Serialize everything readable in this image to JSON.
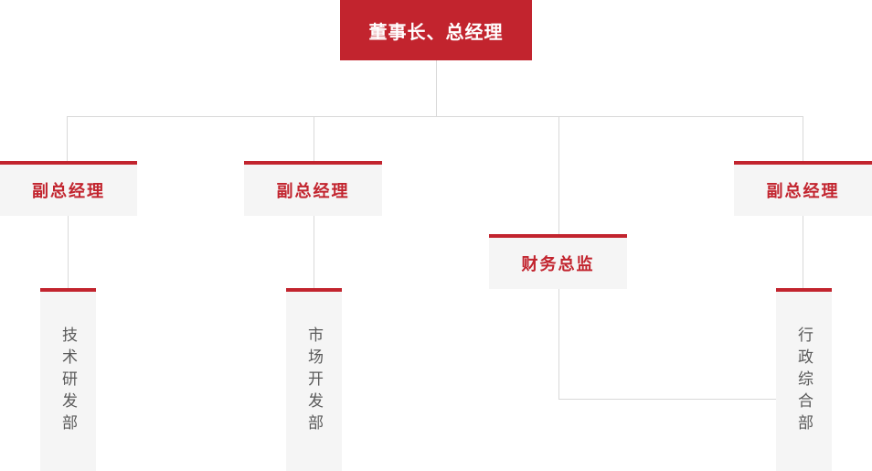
{
  "org_chart": {
    "type": "org-tree",
    "root": {
      "id": "chairman-gm",
      "label": "董事长、总经理"
    },
    "managers": [
      {
        "id": "deputy-gm-1",
        "label": "副总经理",
        "reports_to": "chairman-gm"
      },
      {
        "id": "deputy-gm-2",
        "label": "副总经理",
        "reports_to": "chairman-gm"
      },
      {
        "id": "finance-director",
        "label": "财务总监",
        "reports_to": "chairman-gm"
      },
      {
        "id": "deputy-gm-3",
        "label": "副总经理",
        "reports_to": "chairman-gm"
      }
    ],
    "departments": [
      {
        "id": "tech-rd-dept",
        "label": "技术研发部",
        "reports_to": [
          "deputy-gm-1"
        ]
      },
      {
        "id": "market-dev-dept",
        "label": "市场开发部",
        "reports_to": [
          "deputy-gm-2"
        ]
      },
      {
        "id": "admin-general-dept",
        "label": "行政综合部",
        "reports_to": [
          "deputy-gm-3",
          "finance-director"
        ]
      }
    ]
  },
  "colors": {
    "accent_red": "#c2242e",
    "box_background": "#f5f5f5",
    "connector_line": "#d9d9d9",
    "dept_text": "#5a5a5a",
    "root_text": "#ffffff",
    "page_background": "#ffffff"
  }
}
